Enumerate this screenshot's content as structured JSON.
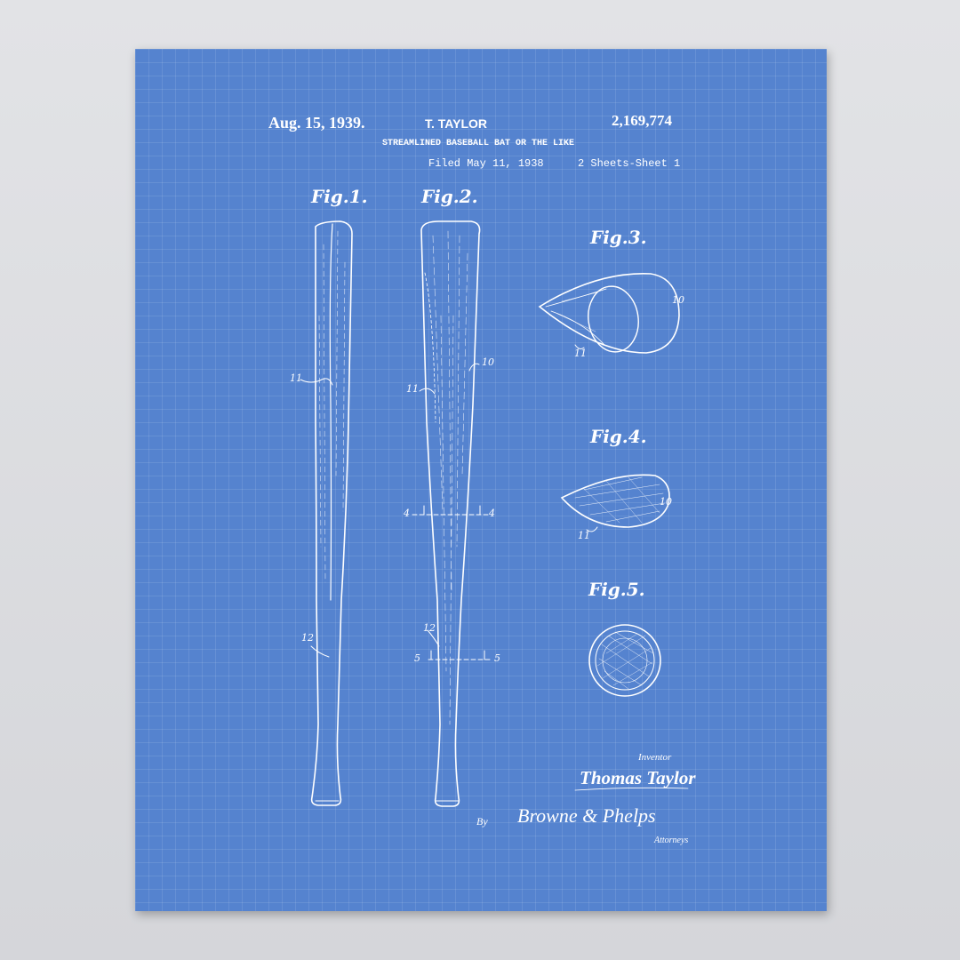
{
  "header": {
    "date": "Aug. 15, 1939.",
    "inventor_short": "T. TAYLOR",
    "patent_number": "2,169,774",
    "title": "STREAMLINED BASEBALL BAT OR THE LIKE",
    "filed": "Filed May 11, 1938",
    "sheets": "2 Sheets-Sheet 1"
  },
  "figures": {
    "fig1": "Fig.1.",
    "fig2": "Fig.2.",
    "fig3": "Fig.3.",
    "fig4": "Fig.4.",
    "fig5": "Fig.5."
  },
  "refs": {
    "r10": "10",
    "r11": "11",
    "r12": "12",
    "r4": "4",
    "r5": "5"
  },
  "signature": {
    "inventor_label": "Inventor",
    "inventor_name": "Thomas Taylor",
    "by": "By",
    "attorneys": "Browne & Phelps",
    "attorneys_label": "Attorneys"
  },
  "colors": {
    "paper": "#5583cf",
    "ink": "#ffffff",
    "wall": "#d9dade"
  }
}
